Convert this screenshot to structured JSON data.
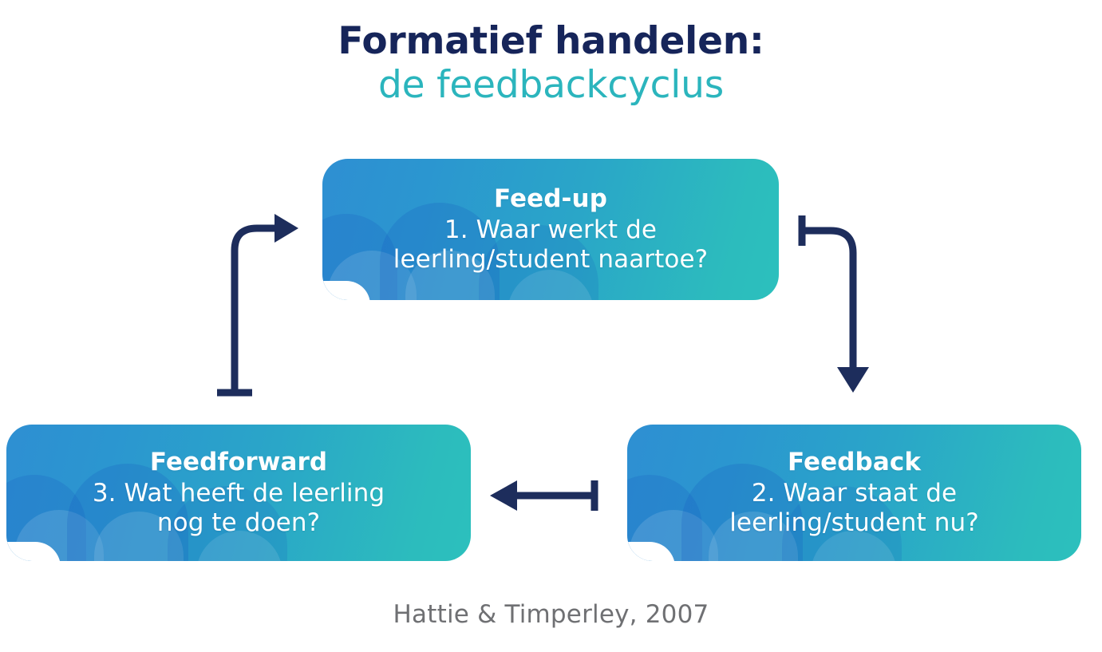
{
  "title": {
    "line1": "Formatief handelen:",
    "line2": "de feedbackcyclus",
    "line1_color": "#16255a",
    "line2_color": "#2bb5bd"
  },
  "colors": {
    "background": "#ffffff",
    "arrow": "#1d2d5c",
    "box_gradient_start": "#2e8fd2",
    "box_gradient_end": "#2cc0bd",
    "box_text": "#ffffff",
    "caption_text": "#6f7073"
  },
  "nodes": [
    {
      "id": "feed-up",
      "heading": "Feed-up",
      "body_line1": "1. Waar werkt de",
      "body_line2": "leerling/student naartoe?",
      "step": "1"
    },
    {
      "id": "feedback",
      "heading": "Feedback",
      "body_line1": "2. Waar staat de",
      "body_line2": "leerling/student nu?",
      "step": "2"
    },
    {
      "id": "feedforward",
      "heading": "Feedforward",
      "body_line1": "3. Wat heeft de leerling",
      "body_line2": "nog te doen?",
      "step": "3"
    }
  ],
  "arrows": [
    {
      "id": "feedup-to-feedback",
      "from": "feed-up",
      "to": "feedback",
      "direction": "down"
    },
    {
      "id": "feedback-to-feedforward",
      "from": "feedback",
      "to": "feedforward",
      "direction": "left"
    },
    {
      "id": "feedforward-to-feedup",
      "from": "feedforward",
      "to": "feed-up",
      "direction": "right"
    }
  ],
  "caption": {
    "text": "Hattie & Timperley, 2007"
  }
}
